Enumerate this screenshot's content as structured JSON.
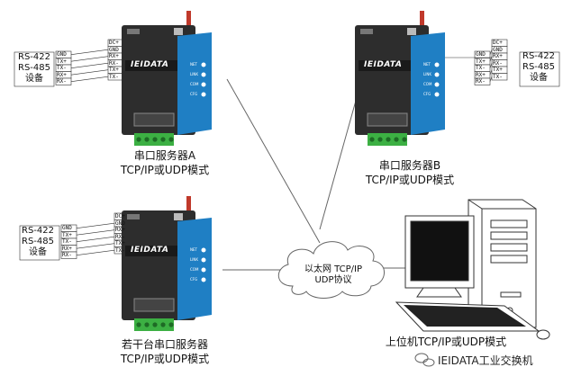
{
  "title": "",
  "servers": [
    {
      "id": "A",
      "caption_line1": "串口服务器A",
      "caption_line2": "TCP/IP或UDP模式",
      "iface_label1": "RS-422",
      "iface_label2": "RS-485",
      "iface_label3": "设备",
      "pins_left": [
        "GND",
        "TX+",
        "TX-",
        "RX+",
        "RX-"
      ],
      "pins_right": [
        "DC+",
        "GND",
        "RX+",
        "RX-",
        "TX+",
        "TX-"
      ]
    },
    {
      "id": "B",
      "caption_line1": "串口服务器B",
      "caption_line2": "TCP/IP或UDP模式",
      "iface_label1": "RS-422",
      "iface_label2": "RS-485",
      "iface_label3": "设备",
      "pins_left": [
        "GND",
        "TX+",
        "TX-",
        "RX+",
        "RX-"
      ],
      "pins_right": [
        "DC+",
        "GND",
        "RX+",
        "RX-",
        "TX+",
        "TX-"
      ]
    },
    {
      "id": "C",
      "caption_line1": "若干台串口服务器",
      "caption_line2": "TCP/IP或UDP模式",
      "iface_label1": "RS-422",
      "iface_label2": "RS-485",
      "iface_label3": "设备",
      "pins_left": [
        "GND",
        "TX+",
        "TX-",
        "RX+",
        "RX-"
      ],
      "pins_right": [
        "DC+",
        "GND",
        "RX+",
        "RX-",
        "TX+",
        "TX-"
      ]
    }
  ],
  "device": {
    "brand": "IEIDATA",
    "leds": [
      "NET",
      "LINK",
      "COM",
      "CFG"
    ]
  },
  "cloud": {
    "line1": "以太网 TCP/IP",
    "line2": "UDP协议"
  },
  "host": {
    "caption": "上位机TCP/IP或UDP模式"
  },
  "watermark": {
    "text": "IEIDATA工业交换机",
    "icon": "wechat-icon"
  },
  "colors": {
    "device_body": "#2d2d2d",
    "device_panel": "#1f7fc4",
    "terminal_green": "#3cb043",
    "antenna_red": "#c0392b",
    "line": "#555555"
  }
}
